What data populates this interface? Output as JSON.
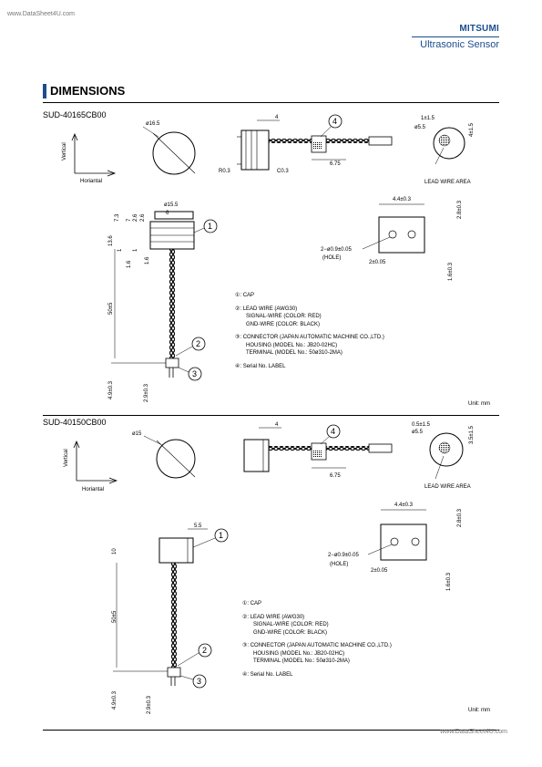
{
  "watermark_top": "www.DataSheet4U.com",
  "watermark_bottom": "www.DataSheet4U.com",
  "brand": "MITSUMI",
  "product": "Ultrasonic Sensor",
  "section_title": "DIMENSIONS",
  "models": [
    {
      "name": "SUD-40165CB00",
      "orient_v": "Vertical",
      "orient_h": "Horiantal",
      "dims": {
        "dia_top": "ø16.5",
        "d4": "4",
        "r": "R0.3",
        "c": "C0.3",
        "d675": "6.75",
        "d1": "1±1.5",
        "d55": "ø5.5",
        "d41": "4±1.5",
        "lead": "LEAD WIRE AREA",
        "d155": "ø15.5",
        "d6": "6",
        "d73": "7.3",
        "d7": "7",
        "d26a": "2.6",
        "d26b": "2.6",
        "d136": "13.6",
        "d1a": "1",
        "d1b": "1",
        "d16a": "1.6",
        "d16b": "1.6",
        "d50": "50±5",
        "d49": "4.9±0.3",
        "d29": "2.9±0.3",
        "conn_w": "4.4±0.3",
        "hole": "2−ø0.9±0.05",
        "hole2": "(HOLE)",
        "pitch": "2±0.05",
        "conn_h": "2.8±0.3",
        "conn_b": "1.6±0.3"
      },
      "callouts": [
        "1",
        "2",
        "3",
        "4"
      ],
      "notes": [
        "①: CAP",
        "②: LEAD WIRE (AWG30)",
        "SIGNAL-WIRE (COLOR: RED)",
        "GND-WIRE (COLOR: BLACK)",
        "③: CONNECTOR (JAPAN AUTOMATIC MACHINE CO.,LTD.)",
        "HOUSING (MODEL No.: JB20-02HC)",
        "TERMINAL (MODEL No.: 50ø310-2MA)",
        "④: Serial No. LABEL"
      ],
      "unit": "Unit:  mm"
    },
    {
      "name": "SUD-40150CB00",
      "orient_v": "Vertical",
      "orient_h": "Horiantal",
      "dims": {
        "dia_top": "ø15",
        "d4": "4",
        "d675": "6.75",
        "d1": "0.5±1.5",
        "d55": "ø5.5",
        "d41": "3.5±1.5",
        "lead": "LEAD WIRE AREA",
        "d55b": "5.5",
        "d10": "10",
        "d50": "50±5",
        "d49": "4.9±0.3",
        "d29": "2.9±0.3",
        "conn_w": "4.4±0.3",
        "hole": "2−ø0.9±0.05",
        "hole2": "(HOLE)",
        "pitch": "2±0.05",
        "conn_h": "2.8±0.3",
        "conn_b": "1.6±0.3"
      },
      "callouts": [
        "1",
        "2",
        "3",
        "4"
      ],
      "notes": [
        "①: CAP",
        "②: LEAD WIRE (AWG30)",
        "SIGNAL-WIRE (COLOR: RED)",
        "GND-WIRE (COLOR: BLACK)",
        "③: CONNECTOR (JAPAN AUTOMATIC MACHINE CO.,LTD.)",
        "HOUSING (MODEL No.: JB20-02HC)",
        "TERMINAL (MODEL No.: 50ø310-2MA)",
        "④: Serial No. LABEL"
      ],
      "unit": "Unit:  mm"
    }
  ]
}
